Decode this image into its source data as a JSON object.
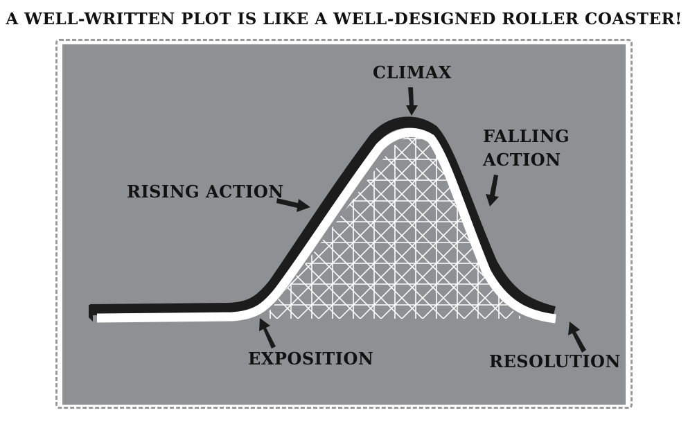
{
  "title": "A WELL-WRITTEN PLOT IS LIKE A WELL-DESIGNED ROLLER COASTER!",
  "labels": {
    "climax": "CLIMAX",
    "falling_action_line1": "FALLING",
    "falling_action_line2": "ACTION",
    "rising_action": "RISING ACTION",
    "exposition": "EXPOSITION",
    "resolution": "RESOLUTION"
  },
  "colors": {
    "panel": "#8f9094",
    "track_dark": "#1c1c1c",
    "track_light": "#ffffff",
    "frame": "#9a9a9a"
  }
}
